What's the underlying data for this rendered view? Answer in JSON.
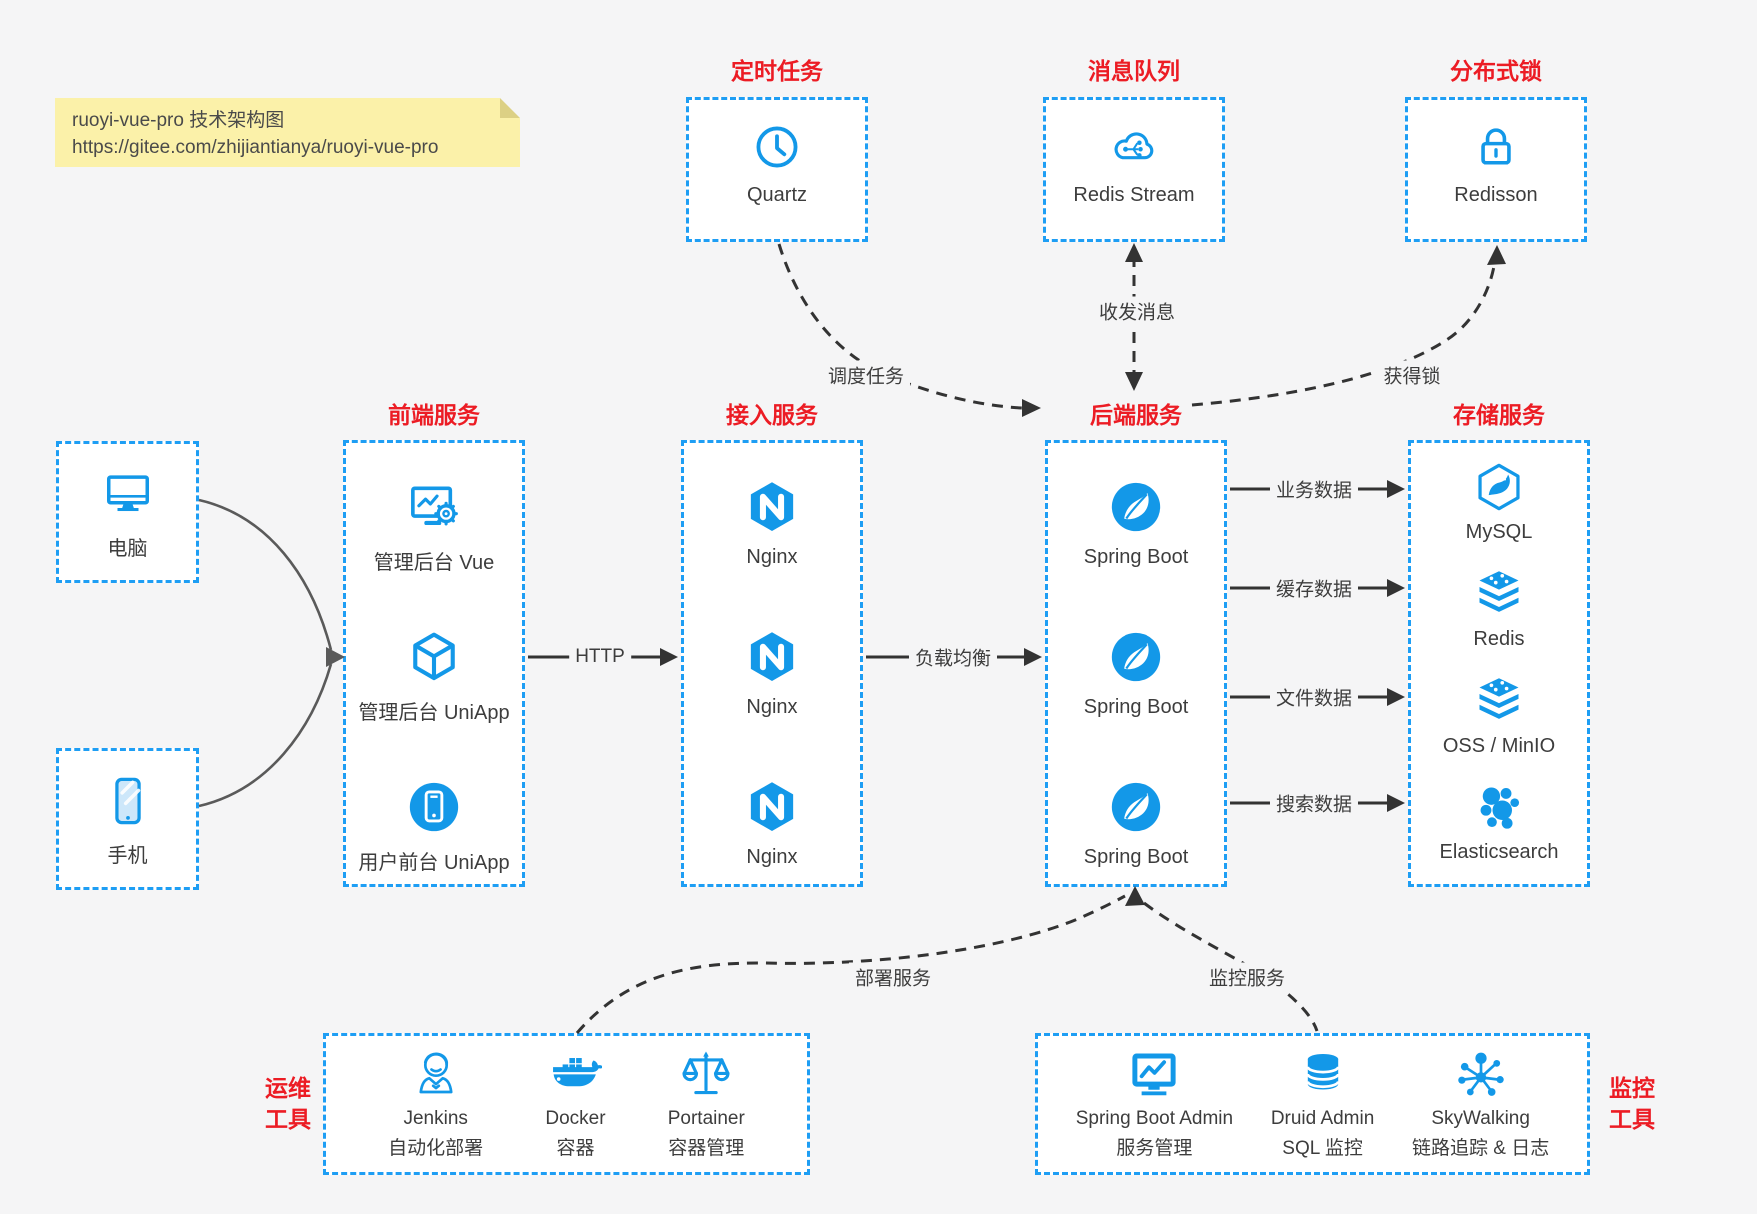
{
  "note": {
    "line1": "ruoyi-vue-pro 技术架构图",
    "line2": "https://gitee.com/zhijiantianya/ruoyi-vue-pro"
  },
  "clients": [
    {
      "label": "电脑",
      "icon": "desktop-icon"
    },
    {
      "label": "手机",
      "icon": "phone-icon"
    }
  ],
  "groups": {
    "scheduled": {
      "title": "定时任务",
      "item": {
        "label": "Quartz",
        "icon": "clock-icon"
      }
    },
    "mq": {
      "title": "消息队列",
      "item": {
        "label": "Redis Stream",
        "icon": "cloud-queue-icon"
      }
    },
    "lock": {
      "title": "分布式锁",
      "item": {
        "label": "Redisson",
        "icon": "lock-icon"
      }
    },
    "frontend": {
      "title": "前端服务",
      "items": [
        {
          "label": "管理后台 Vue",
          "icon": "admin-vue-icon"
        },
        {
          "label": "管理后台 UniApp",
          "icon": "cube-icon"
        },
        {
          "label": "用户前台 UniApp",
          "icon": "mobile-app-icon"
        }
      ]
    },
    "gateway": {
      "title": "接入服务",
      "items": [
        {
          "label": "Nginx",
          "icon": "nginx-icon"
        },
        {
          "label": "Nginx",
          "icon": "nginx-icon"
        },
        {
          "label": "Nginx",
          "icon": "nginx-icon"
        }
      ]
    },
    "backend": {
      "title": "后端服务",
      "items": [
        {
          "label": "Spring Boot",
          "icon": "spring-icon"
        },
        {
          "label": "Spring Boot",
          "icon": "spring-icon"
        },
        {
          "label": "Spring Boot",
          "icon": "spring-icon"
        }
      ]
    },
    "storage": {
      "title": "存储服务",
      "items": [
        {
          "label": "MySQL",
          "icon": "mysql-icon"
        },
        {
          "label": "Redis",
          "icon": "redis-stack-icon"
        },
        {
          "label": "OSS / MinIO",
          "icon": "redis-stack-icon"
        },
        {
          "label": "Elasticsearch",
          "icon": "elasticsearch-icon"
        }
      ]
    },
    "ops": {
      "label_line1": "运维",
      "label_line2": "工具",
      "items": [
        {
          "name": "Jenkins",
          "desc": "自动化部署",
          "icon": "jenkins-icon"
        },
        {
          "name": "Docker",
          "desc": "容器",
          "icon": "docker-icon"
        },
        {
          "name": "Portainer",
          "desc": "容器管理",
          "icon": "portainer-icon"
        }
      ]
    },
    "monitoring": {
      "label_line1": "监控",
      "label_line2": "工具",
      "items": [
        {
          "name": "Spring Boot Admin",
          "desc": "服务管理",
          "icon": "monitor-chart-icon"
        },
        {
          "name": "Druid Admin",
          "desc": "SQL 监控",
          "icon": "database-icon"
        },
        {
          "name": "SkyWalking",
          "desc": "链路追踪 & 日志",
          "icon": "topology-icon"
        }
      ]
    }
  },
  "edges": {
    "http": "HTTP",
    "load_balance": "负载均衡",
    "business_data": "业务数据",
    "cache_data": "缓存数据",
    "file_data": "文件数据",
    "search_data": "搜索数据",
    "schedule_task": "调度任务",
    "send_receive_message": "收发消息",
    "acquire_lock": "获得锁",
    "deploy_service": "部署服务",
    "monitor_service": "监控服务"
  },
  "colors": {
    "accent_blue": "#1E9EF4",
    "icon_blue": "#1398E8",
    "title_red": "#EC1C24",
    "text": "#3D3D3D",
    "note_bg": "#FBF1A9",
    "arrow": "#333333",
    "background": "#F5F5F6"
  }
}
